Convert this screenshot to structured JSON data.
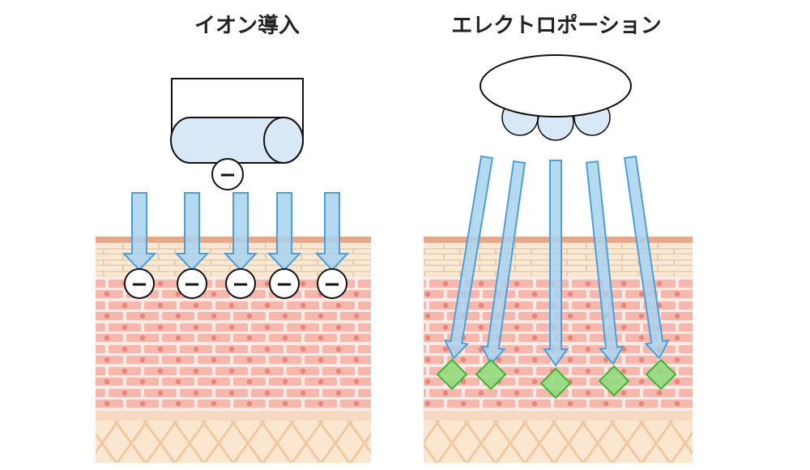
{
  "diagram": {
    "left_panel": {
      "title": "イオン導入",
      "ion_charge_symbol": "−",
      "ion_count": 5
    },
    "right_panel": {
      "title": "エレクトロポーション",
      "beam_count": 5
    }
  },
  "colors": {
    "skin_top_band": "#e7a78a",
    "horny_layer": "#fbe8d4",
    "horny_line": "#e3c4a0",
    "cell_fill": "#f6b7ad",
    "cell_bg": "#fdeae6",
    "cell_nucleus": "#e9857a",
    "dermis_fill": "#fbe6cf",
    "dermis_line": "#f0c9a2",
    "arrow_fill": "#a8d2ee",
    "arrow_stroke": "#4f9fd6",
    "device_fill": "#d9e8f6",
    "device_stroke": "#111111",
    "molecule_fill": "#92dd7d",
    "molecule_stroke": "#3fb23a"
  }
}
